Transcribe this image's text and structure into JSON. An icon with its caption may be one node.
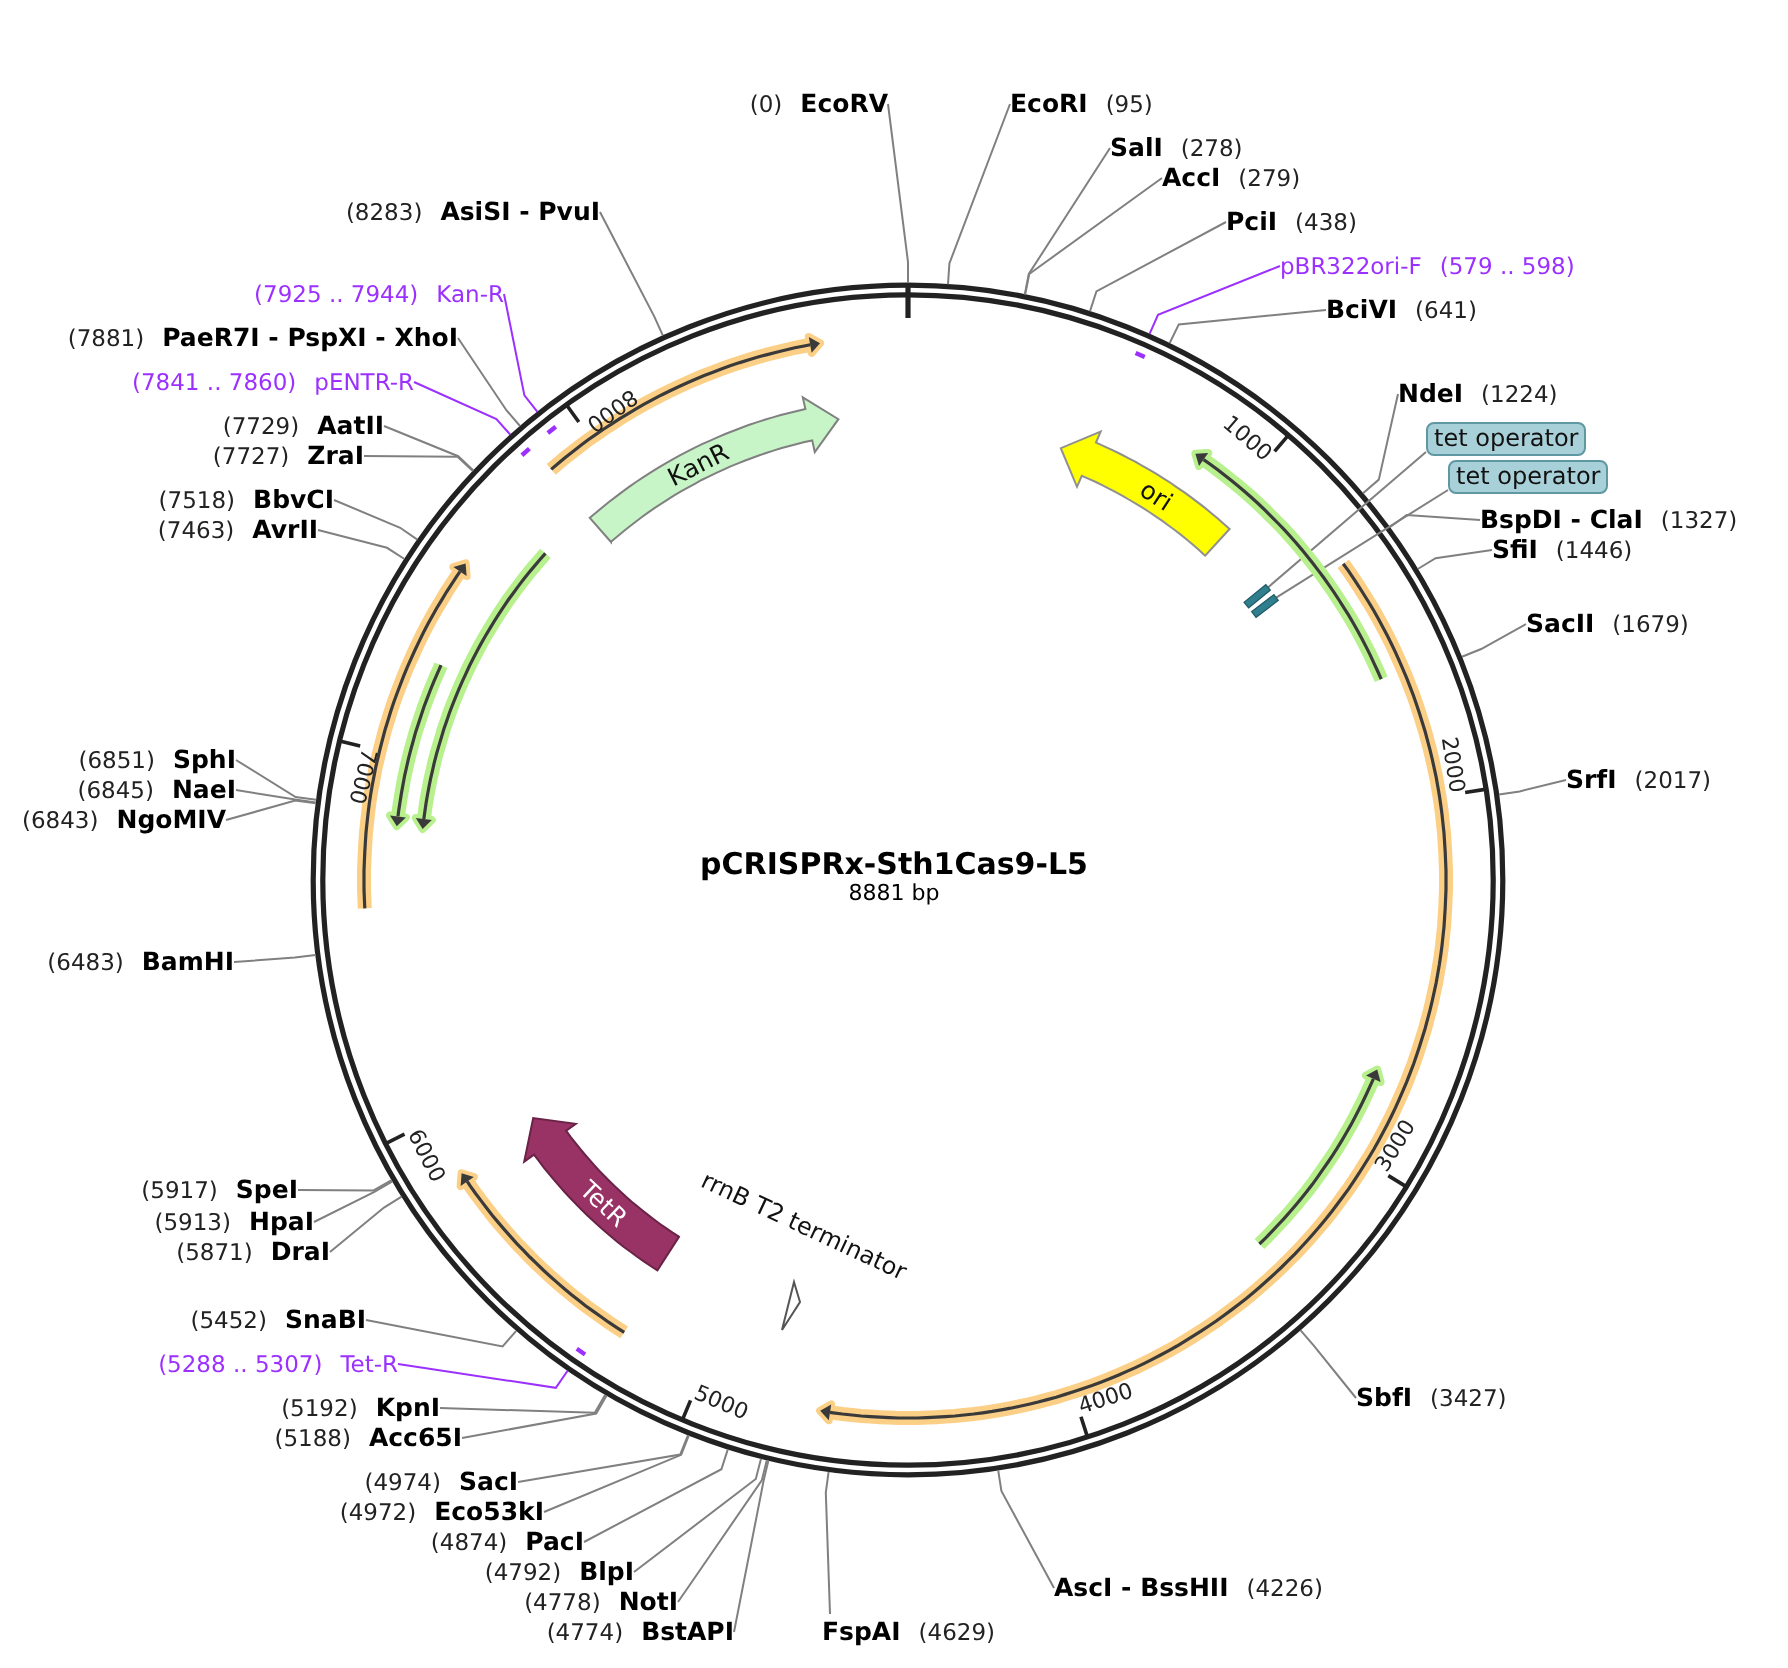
{
  "diagram": {
    "title": "pCRISPRx-Sth1Cas9-L5",
    "nodes": [
      {
        "text": [
          "(0)",
          "EcoRV"
        ]
      },
      {
        "text": [
          "EcoRI",
          "(95)"
        ]
      },
      {
        "text": [
          "SalI",
          "(278)"
        ]
      },
      {
        "text": [
          "AccI",
          "(279)"
        ]
      },
      {
        "text": [
          "PciI",
          "(438)"
        ]
      },
      {
        "text": [
          "pBR322ori-F",
          "(579 .. 598)"
        ]
      },
      {
        "text": [
          "BciVI",
          "(641)"
        ]
      },
      {
        "text": [
          "NdeI",
          "(1224)"
        ]
      },
      {
        "text": [
          "tet operator"
        ]
      },
      {
        "text": [
          "tet operator"
        ]
      },
      {
        "text": [
          "BspDI - ClaI",
          "(1327)"
        ]
      },
      {
        "text": [
          "SfiI",
          "(1446)"
        ]
      },
      {
        "text": [
          "SacII",
          "(1679)"
        ]
      },
      {
        "text": [
          "SrfI",
          "(2017)"
        ]
      },
      {
        "text": [
          "SbfI",
          "(3427)"
        ]
      },
      {
        "text": [
          "AscI - BssHII",
          "(4226)"
        ]
      },
      {
        "text": [
          "FspAI",
          "(4629)"
        ]
      },
      {
        "text": [
          "(4774)",
          "BstAPI"
        ]
      },
      {
        "text": [
          "(4778)",
          "NotI"
        ]
      },
      {
        "text": [
          "(4792)",
          "BlpI"
        ]
      },
      {
        "text": [
          "(4874)",
          "PacI"
        ]
      },
      {
        "text": [
          "(4972)",
          "Eco53kI"
        ]
      },
      {
        "text": [
          "(4974)",
          "SacI"
        ]
      },
      {
        "text": [
          "(5188)",
          "Acc65I"
        ]
      },
      {
        "text": [
          "(5192)",
          "KpnI"
        ]
      },
      {
        "text": [
          "(5288 .. 5307)",
          "Tet-R"
        ]
      },
      {
        "text": [
          "(5452)",
          "SnaBI"
        ]
      },
      {
        "text": [
          "(5871)",
          "DraI"
        ]
      },
      {
        "text": [
          "(5913)",
          "HpaI"
        ]
      },
      {
        "text": [
          "(5917)",
          "SpeI"
        ]
      },
      {
        "text": [
          "(6483)",
          "BamHI"
        ]
      },
      {
        "text": [
          "(6843)",
          "NgoMIV"
        ]
      },
      {
        "text": [
          "(6845)",
          "NaeI"
        ]
      },
      {
        "text": [
          "(6851)",
          "SphI"
        ]
      },
      {
        "text": [
          "(7463)",
          "AvrII"
        ]
      },
      {
        "text": [
          "(7518)",
          "BbvCI"
        ]
      },
      {
        "text": [
          "(7727)",
          "ZraI"
        ]
      },
      {
        "text": [
          "(7729)",
          "AatII"
        ]
      },
      {
        "text": [
          "(7841 .. 7860)",
          "pENTR-R"
        ]
      },
      {
        "text": [
          "(7881)",
          "PaeR7I - PspXI - XhoI"
        ]
      },
      {
        "text": [
          "(7925 .. 7944)",
          "Kan-R"
        ]
      },
      {
        "text": [
          "(8283)",
          "AsiSI - PvuI"
        ]
      },
      {
        "text": [
          "KanR"
        ]
      },
      {
        "text": [
          "ori"
        ]
      },
      {
        "text": [],
        "shape": "box"
      },
      {
        "text": [],
        "shape": "box"
      },
      {
        "text": [
          "TetR"
        ]
      },
      {
        "text": [
          "rrnB T2 terminator"
        ]
      }
    ],
    "edges": [
      {
        "from": 0,
        "to": null,
        "arrow": "none"
      },
      {
        "from": 1,
        "to": null,
        "arrow": "none"
      },
      {
        "from": 2,
        "to": null,
        "arrow": "none"
      },
      {
        "from": 3,
        "to": null,
        "arrow": "none"
      },
      {
        "from": 4,
        "to": null,
        "arrow": "none"
      },
      {
        "from": 5,
        "to": null,
        "arrow": "none",
        "color": "#9b30ff"
      },
      {
        "from": 6,
        "to": null,
        "arrow": "none"
      },
      {
        "from": 7,
        "to": null,
        "arrow": "none"
      },
      {
        "from": 8,
        "to": 44,
        "arrow": "none"
      },
      {
        "from": 9,
        "to": 45,
        "arrow": "none"
      },
      {
        "from": 10,
        "to": null,
        "arrow": "none"
      },
      {
        "from": 11,
        "to": null,
        "arrow": "none"
      },
      {
        "from": 12,
        "to": null,
        "arrow": "none"
      },
      {
        "from": 13,
        "to": null,
        "arrow": "none"
      },
      {
        "from": 14,
        "to": null,
        "arrow": "none"
      },
      {
        "from": 15,
        "to": null,
        "arrow": "none"
      },
      {
        "from": 16,
        "to": null,
        "arrow": "none"
      },
      {
        "from": 17,
        "to": null,
        "arrow": "none"
      },
      {
        "from": 18,
        "to": null,
        "arrow": "none"
      },
      {
        "from": 19,
        "to": null,
        "arrow": "none"
      },
      {
        "from": 20,
        "to": null,
        "arrow": "none"
      },
      {
        "from": 21,
        "to": null,
        "arrow": "none"
      },
      {
        "from": 22,
        "to": null,
        "arrow": "none"
      },
      {
        "from": 23,
        "to": null,
        "arrow": "none"
      },
      {
        "from": 24,
        "to": null,
        "arrow": "none"
      },
      {
        "from": 25,
        "to": null,
        "arrow": "none",
        "color": "#9b30ff"
      },
      {
        "from": 26,
        "to": null,
        "arrow": "none"
      },
      {
        "from": 27,
        "to": null,
        "arrow": "none"
      },
      {
        "from": 28,
        "to": null,
        "arrow": "none"
      },
      {
        "from": 29,
        "to": null,
        "arrow": "none"
      },
      {
        "from": 30,
        "to": null,
        "arrow": "none"
      },
      {
        "from": 31,
        "to": null,
        "arrow": "none"
      },
      {
        "from": 32,
        "to": null,
        "arrow": "none"
      },
      {
        "from": 33,
        "to": null,
        "arrow": "none"
      },
      {
        "from": 34,
        "to": null,
        "arrow": "none"
      },
      {
        "from": 35,
        "to": null,
        "arrow": "none"
      },
      {
        "from": 36,
        "to": null,
        "arrow": "none"
      },
      {
        "from": 37,
        "to": null,
        "arrow": "none"
      },
      {
        "from": 38,
        "to": null,
        "arrow": "none",
        "color": "#9b30ff"
      },
      {
        "from": 39,
        "to": null,
        "arrow": "none"
      },
      {
        "from": 40,
        "to": null,
        "arrow": "none",
        "color": "#9b30ff"
      },
      {
        "from": 41,
        "to": null,
        "arrow": "none"
      }
    ],
    "labels": [
      "1000",
      "2000",
      "3000",
      "4000",
      "5000",
      "6000",
      "7000",
      "8000",
      "8881 bp"
    ]
  }
}
